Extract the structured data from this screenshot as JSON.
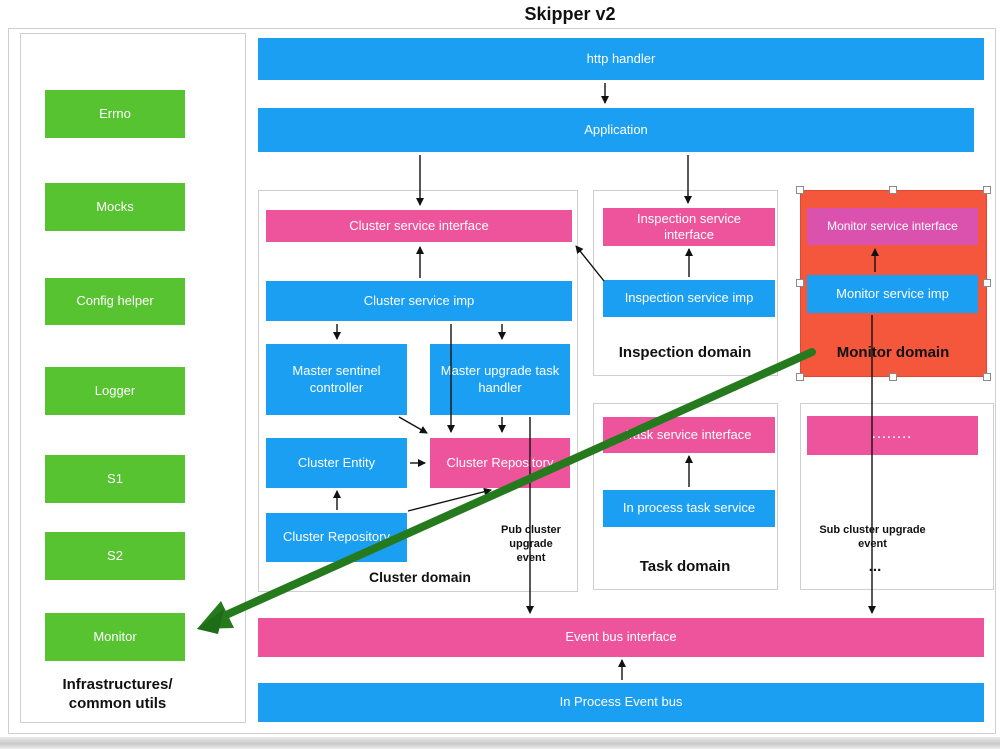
{
  "title": "Skipper v2",
  "colors": {
    "blue": "#1A9FF3",
    "pink": "#EE549C",
    "green": "#57C331",
    "orange": "#F4573C",
    "magenta": "#DB52AE",
    "arrow_green": "#267A1E",
    "frame_border": "#CFCFCF"
  },
  "sidebar": {
    "items": [
      "Errno",
      "Mocks",
      "Config helper",
      "Logger",
      "S1",
      "S2",
      "Monitor"
    ],
    "caption_line1": "Infrastructures/",
    "caption_line2": "common utils"
  },
  "top": {
    "http_handler": "http handler",
    "application": "Application"
  },
  "cluster_domain": {
    "label": "Cluster domain",
    "interface": "Cluster service interface",
    "imp": "Cluster service imp",
    "sentinel": "Master sentinel controller",
    "upgrade": "Master upgrade task handler",
    "entity": "Cluster Entity",
    "repository_interface": "Cluster Repository",
    "repository": "Cluster Repository",
    "pub_event_line1": "Pub cluster upgrade",
    "pub_event_line2": "event"
  },
  "inspection_domain": {
    "label": "Inspection domain",
    "interface": "Inspection service interface",
    "imp": "Inspection service imp"
  },
  "monitor_domain": {
    "label": "Monitor domain",
    "interface": "Monitor service interface",
    "imp": "Monitor service imp"
  },
  "task_domain": {
    "label": "Task domain",
    "interface": "Task service interface",
    "imp": "In process task service"
  },
  "misc_domain": {
    "interface_dots": "........",
    "sub_event_line1": "Sub cluster upgrade",
    "sub_event_line2": "event",
    "ellipsis": "..."
  },
  "bottom": {
    "event_bus_interface": "Event bus interface",
    "in_process_event_bus": "In Process Event bus"
  }
}
